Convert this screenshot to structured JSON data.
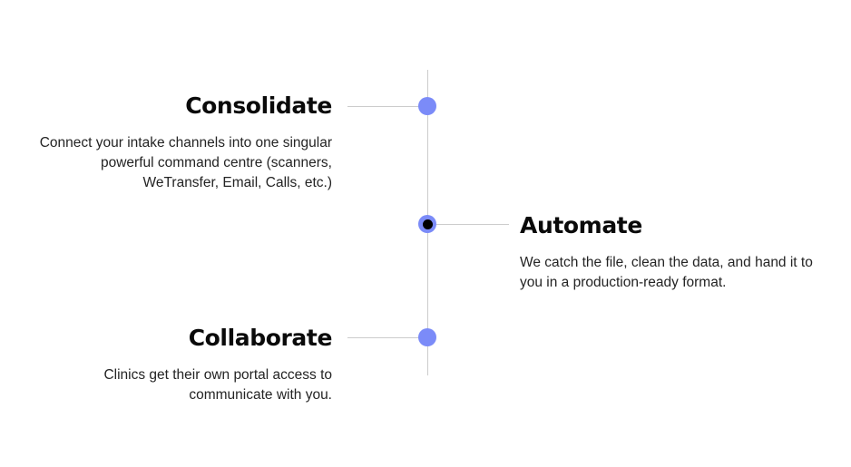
{
  "diagram": {
    "type": "vertical-timeline",
    "orientation": "vertical",
    "accent_color": "#7b8bf8",
    "rail_color": "#cccccc",
    "heading_color": "#0a0a0a",
    "body_color": "#242424",
    "background_color": "#ffffff",
    "milestones": [
      {
        "id": "consolidate",
        "index": 1,
        "side": "left",
        "state": "inactive",
        "marker": "filled-dot",
        "heading": "Consolidate",
        "body": "Connect your intake channels into one singular powerful command centre (scanners, WeTransfer, Email, Calls, etc.)"
      },
      {
        "id": "automate",
        "index": 2,
        "side": "right",
        "state": "active",
        "marker": "ring-dot",
        "heading": "Automate",
        "body": "We catch the file, clean the data, and hand it to you in a production-ready format."
      },
      {
        "id": "collaborate",
        "index": 3,
        "side": "left",
        "state": "inactive",
        "marker": "filled-dot",
        "heading": "Collaborate",
        "body": "Clinics get their own portal access to communicate with you."
      }
    ]
  }
}
